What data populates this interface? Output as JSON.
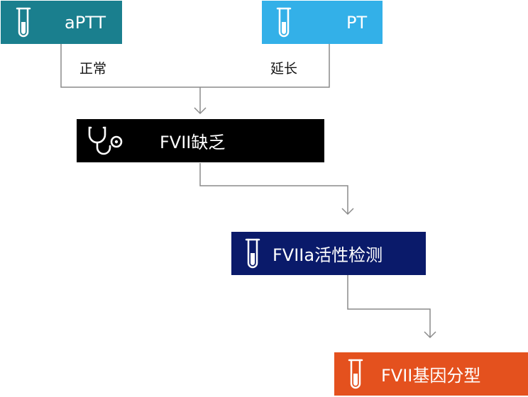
{
  "nodes": {
    "aptt": {
      "label": "aPTT",
      "color": "#1a7f8e",
      "icon": "test-tube-icon"
    },
    "pt": {
      "label": "PT",
      "color": "#33b0e8",
      "icon": "test-tube-icon"
    },
    "fvii_deficiency": {
      "label": "FVII缺乏",
      "color": "#000000",
      "icon": "stethoscope-icon"
    },
    "fviia_activity": {
      "label": "FVIIa活性检测",
      "color": "#0a1a6a",
      "icon": "test-tube-icon"
    },
    "fvii_genotyping": {
      "label": "FVII基因分型",
      "color": "#e4511e",
      "icon": "test-tube-icon"
    }
  },
  "branches": {
    "aptt_result": "正常",
    "pt_result": "延长"
  },
  "connector_color": "#8a8a8a"
}
